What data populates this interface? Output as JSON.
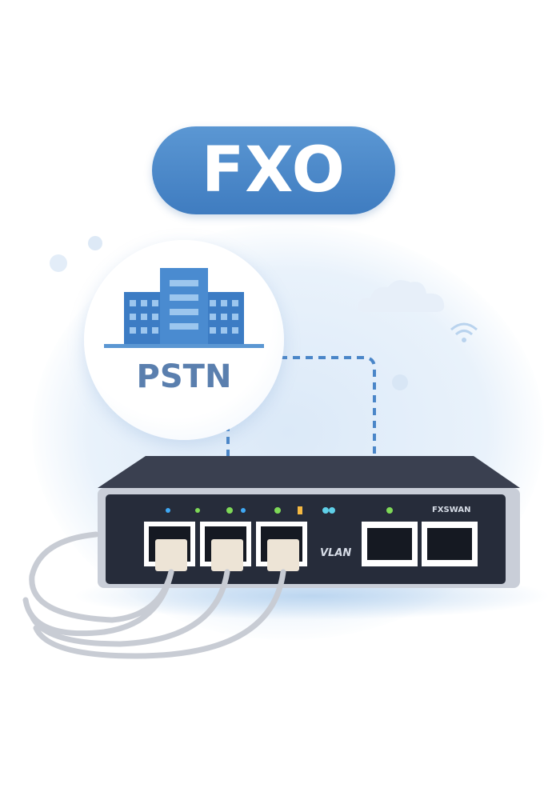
{
  "title": "FXO",
  "pstn": {
    "label": "PSTN",
    "icon": "office-building-icon"
  },
  "device": {
    "port_labels": [
      "FXSWAN",
      "VLAN"
    ],
    "lan_ports": 3,
    "wan_ports": 2,
    "colors": {
      "accent": "#4a86c8",
      "body": "#2b3140",
      "led_green": "#7ed957",
      "led_blue": "#3fa9f5",
      "led_amber": "#f5b942"
    }
  },
  "decor": {
    "cloud": "cloud-icon",
    "wifi": "wifi-icon"
  }
}
